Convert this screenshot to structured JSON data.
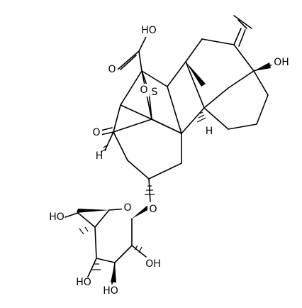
{
  "labels": {
    "oh_acid": "HO",
    "o_acid": "O",
    "o_ring": "O",
    "h_s": "S",
    "oh_top": "OH",
    "o_ketone": "O",
    "o_ether": "O",
    "oh_ch2": "HO",
    "o_sugar_ring": "O",
    "oh_c4": "HO",
    "oh_c3": "HO",
    "oh_c2": "OH",
    "h_bridge": "H",
    "h_left": "H"
  }
}
